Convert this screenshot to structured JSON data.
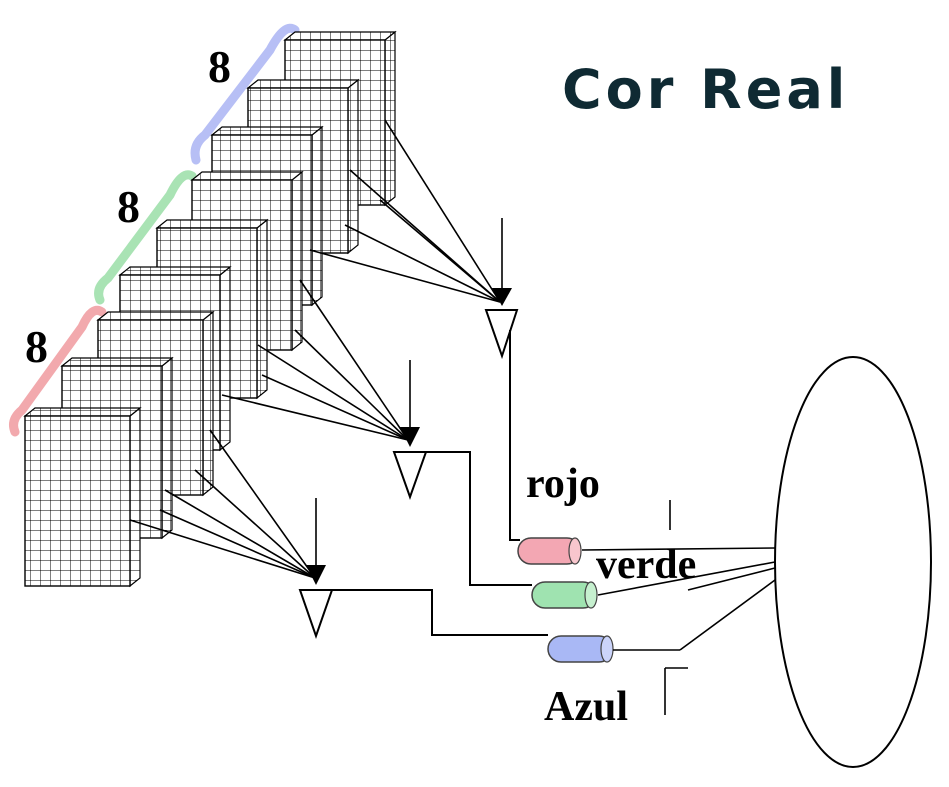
{
  "title": "Cor Real",
  "layer_counts": [
    "8",
    "8",
    "8"
  ],
  "channels": {
    "red": "rojo",
    "green": "verde",
    "blue": "Azul"
  },
  "colors": {
    "title": "#0f2a33",
    "bracket_blue": "#b7bff5",
    "bracket_green": "#a9e3b4",
    "bracket_red": "#f2a9ad",
    "cone_red": "#f3a7b3",
    "cone_green": "#9fe3b0",
    "cone_blue": "#a9b8f5"
  }
}
